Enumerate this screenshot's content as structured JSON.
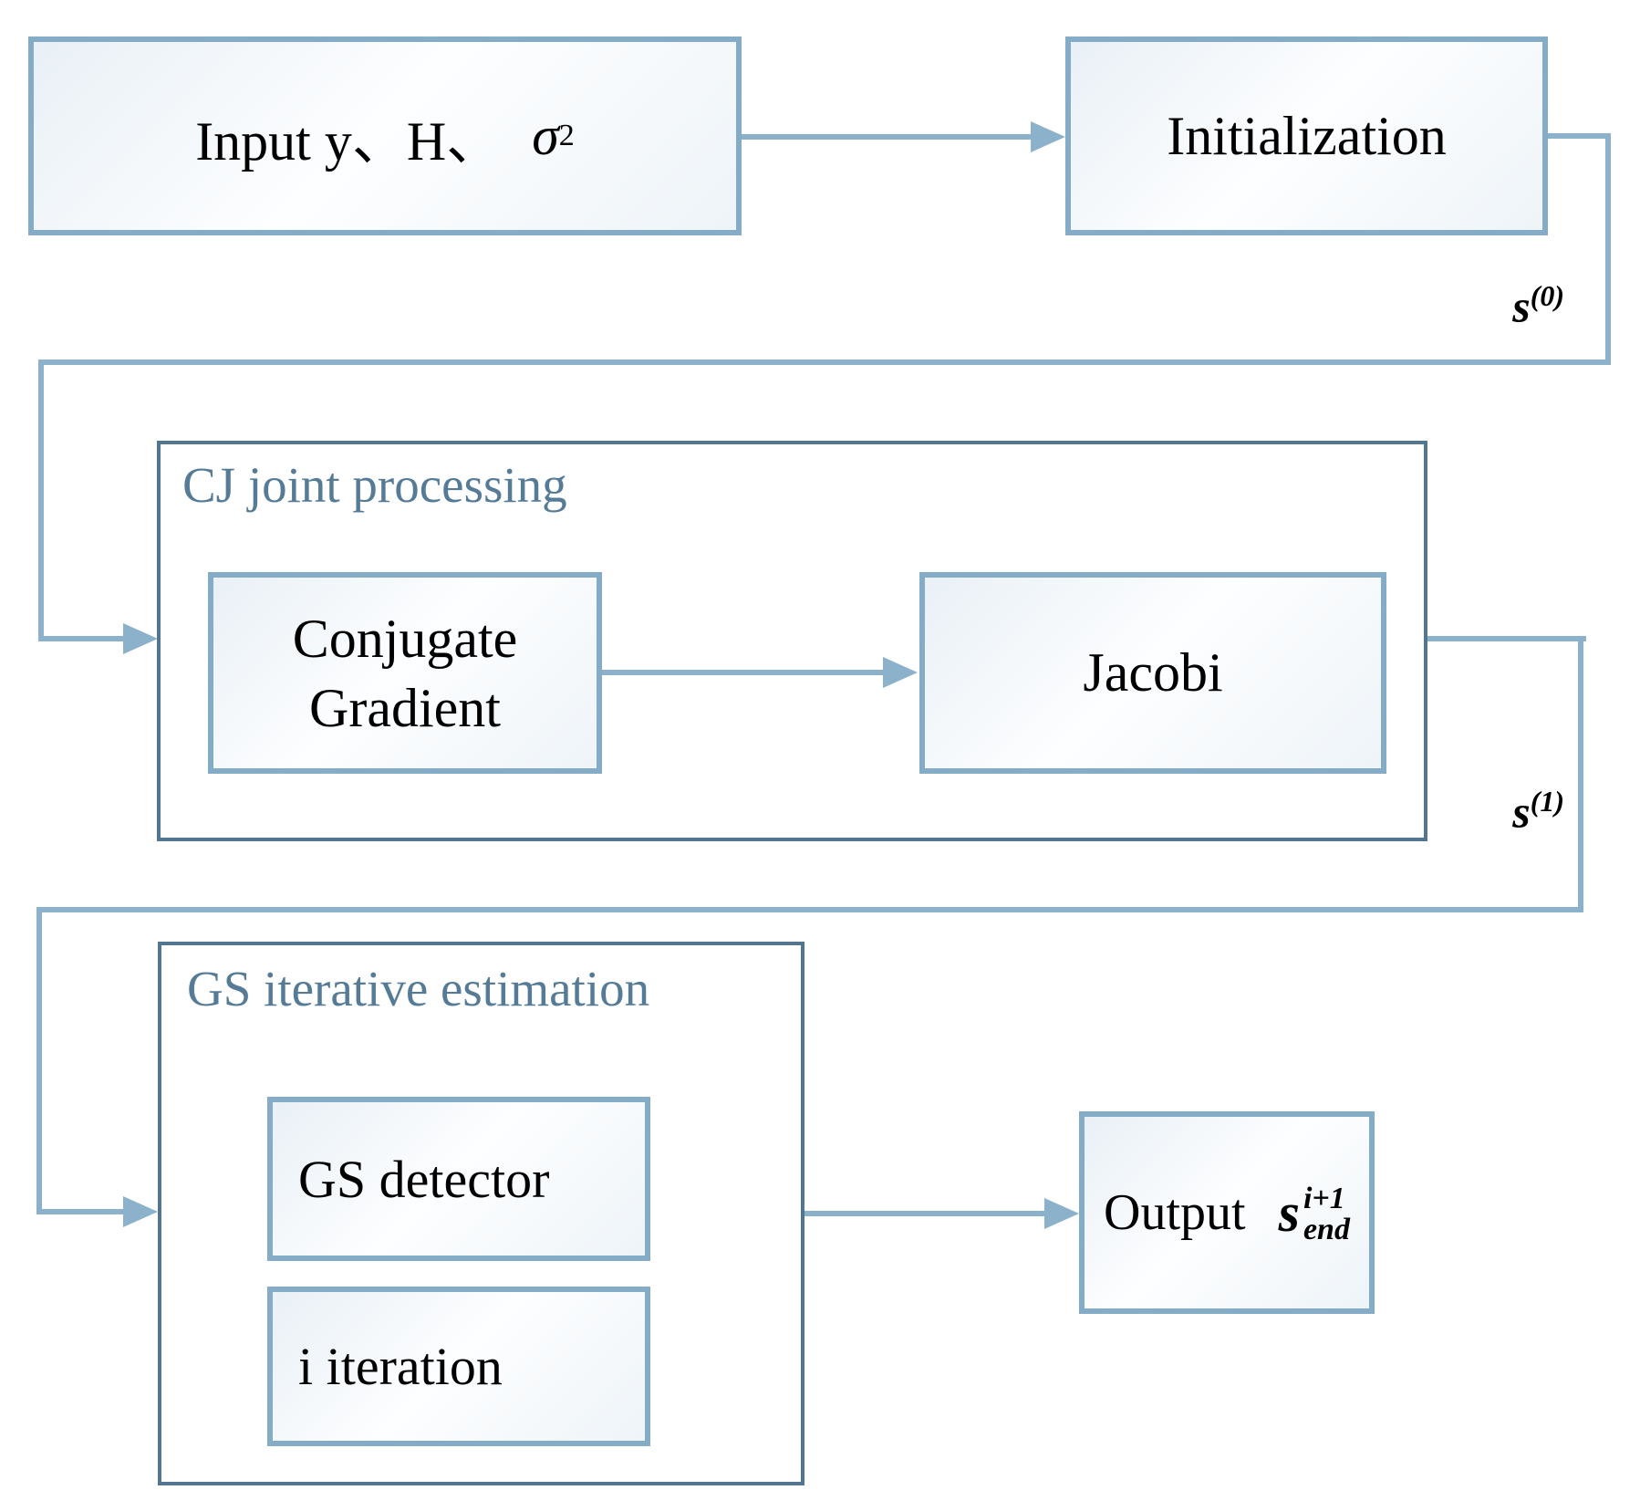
{
  "nodes": {
    "input": {
      "text": "Input y、H、",
      "sigma": "σ",
      "sigma_sup": "2"
    },
    "initialization": {
      "label": "Initialization"
    },
    "cj": {
      "label": "CJ joint processing"
    },
    "cg": {
      "line1": "Conjugate",
      "line2": "Gradient"
    },
    "jacobi": {
      "label": "Jacobi"
    },
    "gs": {
      "label": "GS iterative estimation"
    },
    "gs_detector": {
      "label": "GS detector"
    },
    "i_iteration": {
      "label": "i iteration"
    },
    "output": {
      "label": "Output",
      "f_base": "s",
      "f_sup": "i+1",
      "f_sub": "end"
    }
  },
  "edges": {
    "s0": {
      "base": "s",
      "sup": "(0)"
    },
    "s1": {
      "base": "s",
      "sup": "(1)"
    }
  },
  "colors": {
    "connector": "#8bb2ca",
    "box_border": "#84acc6",
    "container_border": "#527591",
    "container_label": "#567b96",
    "text": "#000000"
  }
}
